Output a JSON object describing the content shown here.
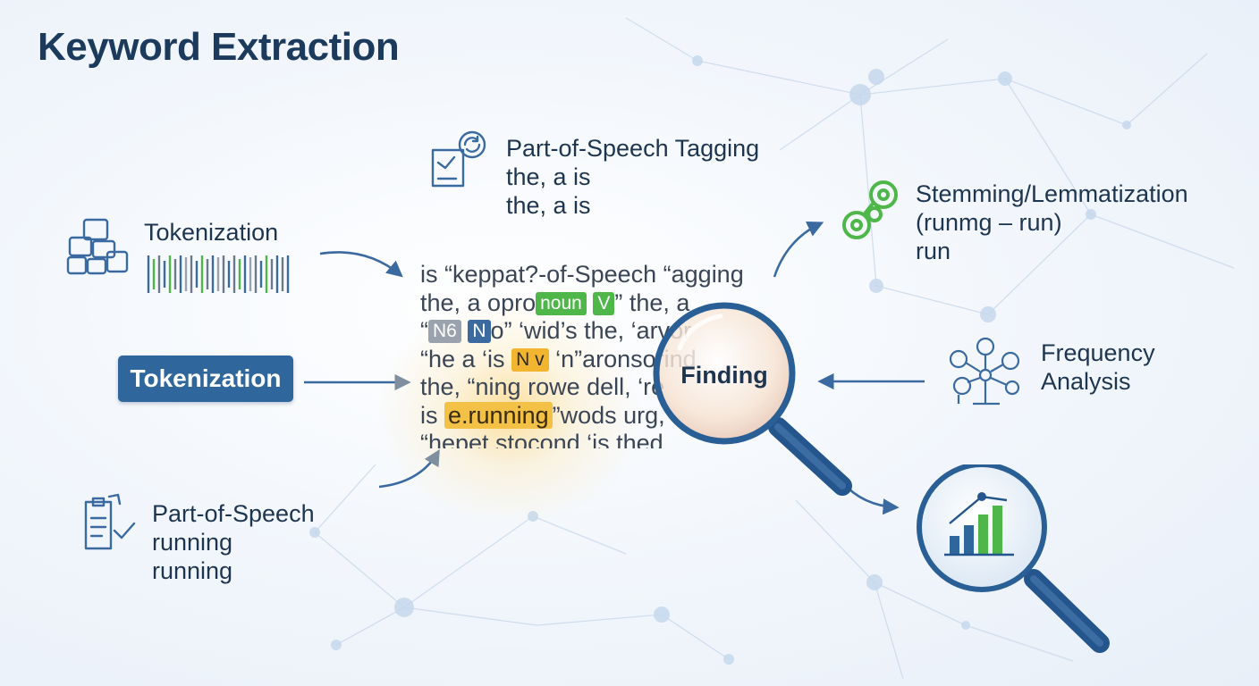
{
  "title": "Keyword Extraction",
  "pos_tagging": {
    "heading": "Part-of-Speech Tagging",
    "line1": "the,  a  is",
    "line2": "the,  a  is"
  },
  "stemming": {
    "heading": "Stemming/Lemmatization",
    "line1": "(runmg – run)",
    "line2": "run"
  },
  "tokenization_top": {
    "heading": "Tokenization"
  },
  "tokenization_button": {
    "label": "Tokenization"
  },
  "frequency": {
    "line1": "Frequency",
    "line2": "Analysis"
  },
  "pos_bottom": {
    "heading": "Part-of-Speech",
    "line1": "running",
    "line2": "running"
  },
  "finding_label": "Finding",
  "text_block": {
    "line1": "is “keppat?-of-Speech “agging",
    "line2_pre": "the, a opro",
    "line2_tag1": "noun",
    "line2_tag2": "V",
    "line2_post": "” the, a",
    "line3_pre": "“",
    "line3_tag1": "N6",
    "line3_tag2": "N",
    "line3_post": "o”  ‘wid’s the, ‘arvor",
    "line4_pre": "“he a ‘is",
    "line4_tag": "N v",
    "line4_post": "‘n”aronsorind",
    "line5": "the, “ning rowe dell,  ‘re",
    "line6_pre": "is",
    "line6_hl": "e.running",
    "line6_post": "”wods urg,",
    "line7": "“hepet stocond  ‘is thed"
  },
  "colors": {
    "title": "#1b3a5c",
    "accent_blue": "#2f669c",
    "accent_green": "#4fb74a",
    "highlight_orange": "#f4c147"
  },
  "icons": [
    "blocks-icon",
    "barcode-icon",
    "document-sync-icon",
    "chain-link-icon",
    "network-graph-icon",
    "clipboard-check-icon",
    "magnifier-icon",
    "magnifier-chart-icon"
  ]
}
